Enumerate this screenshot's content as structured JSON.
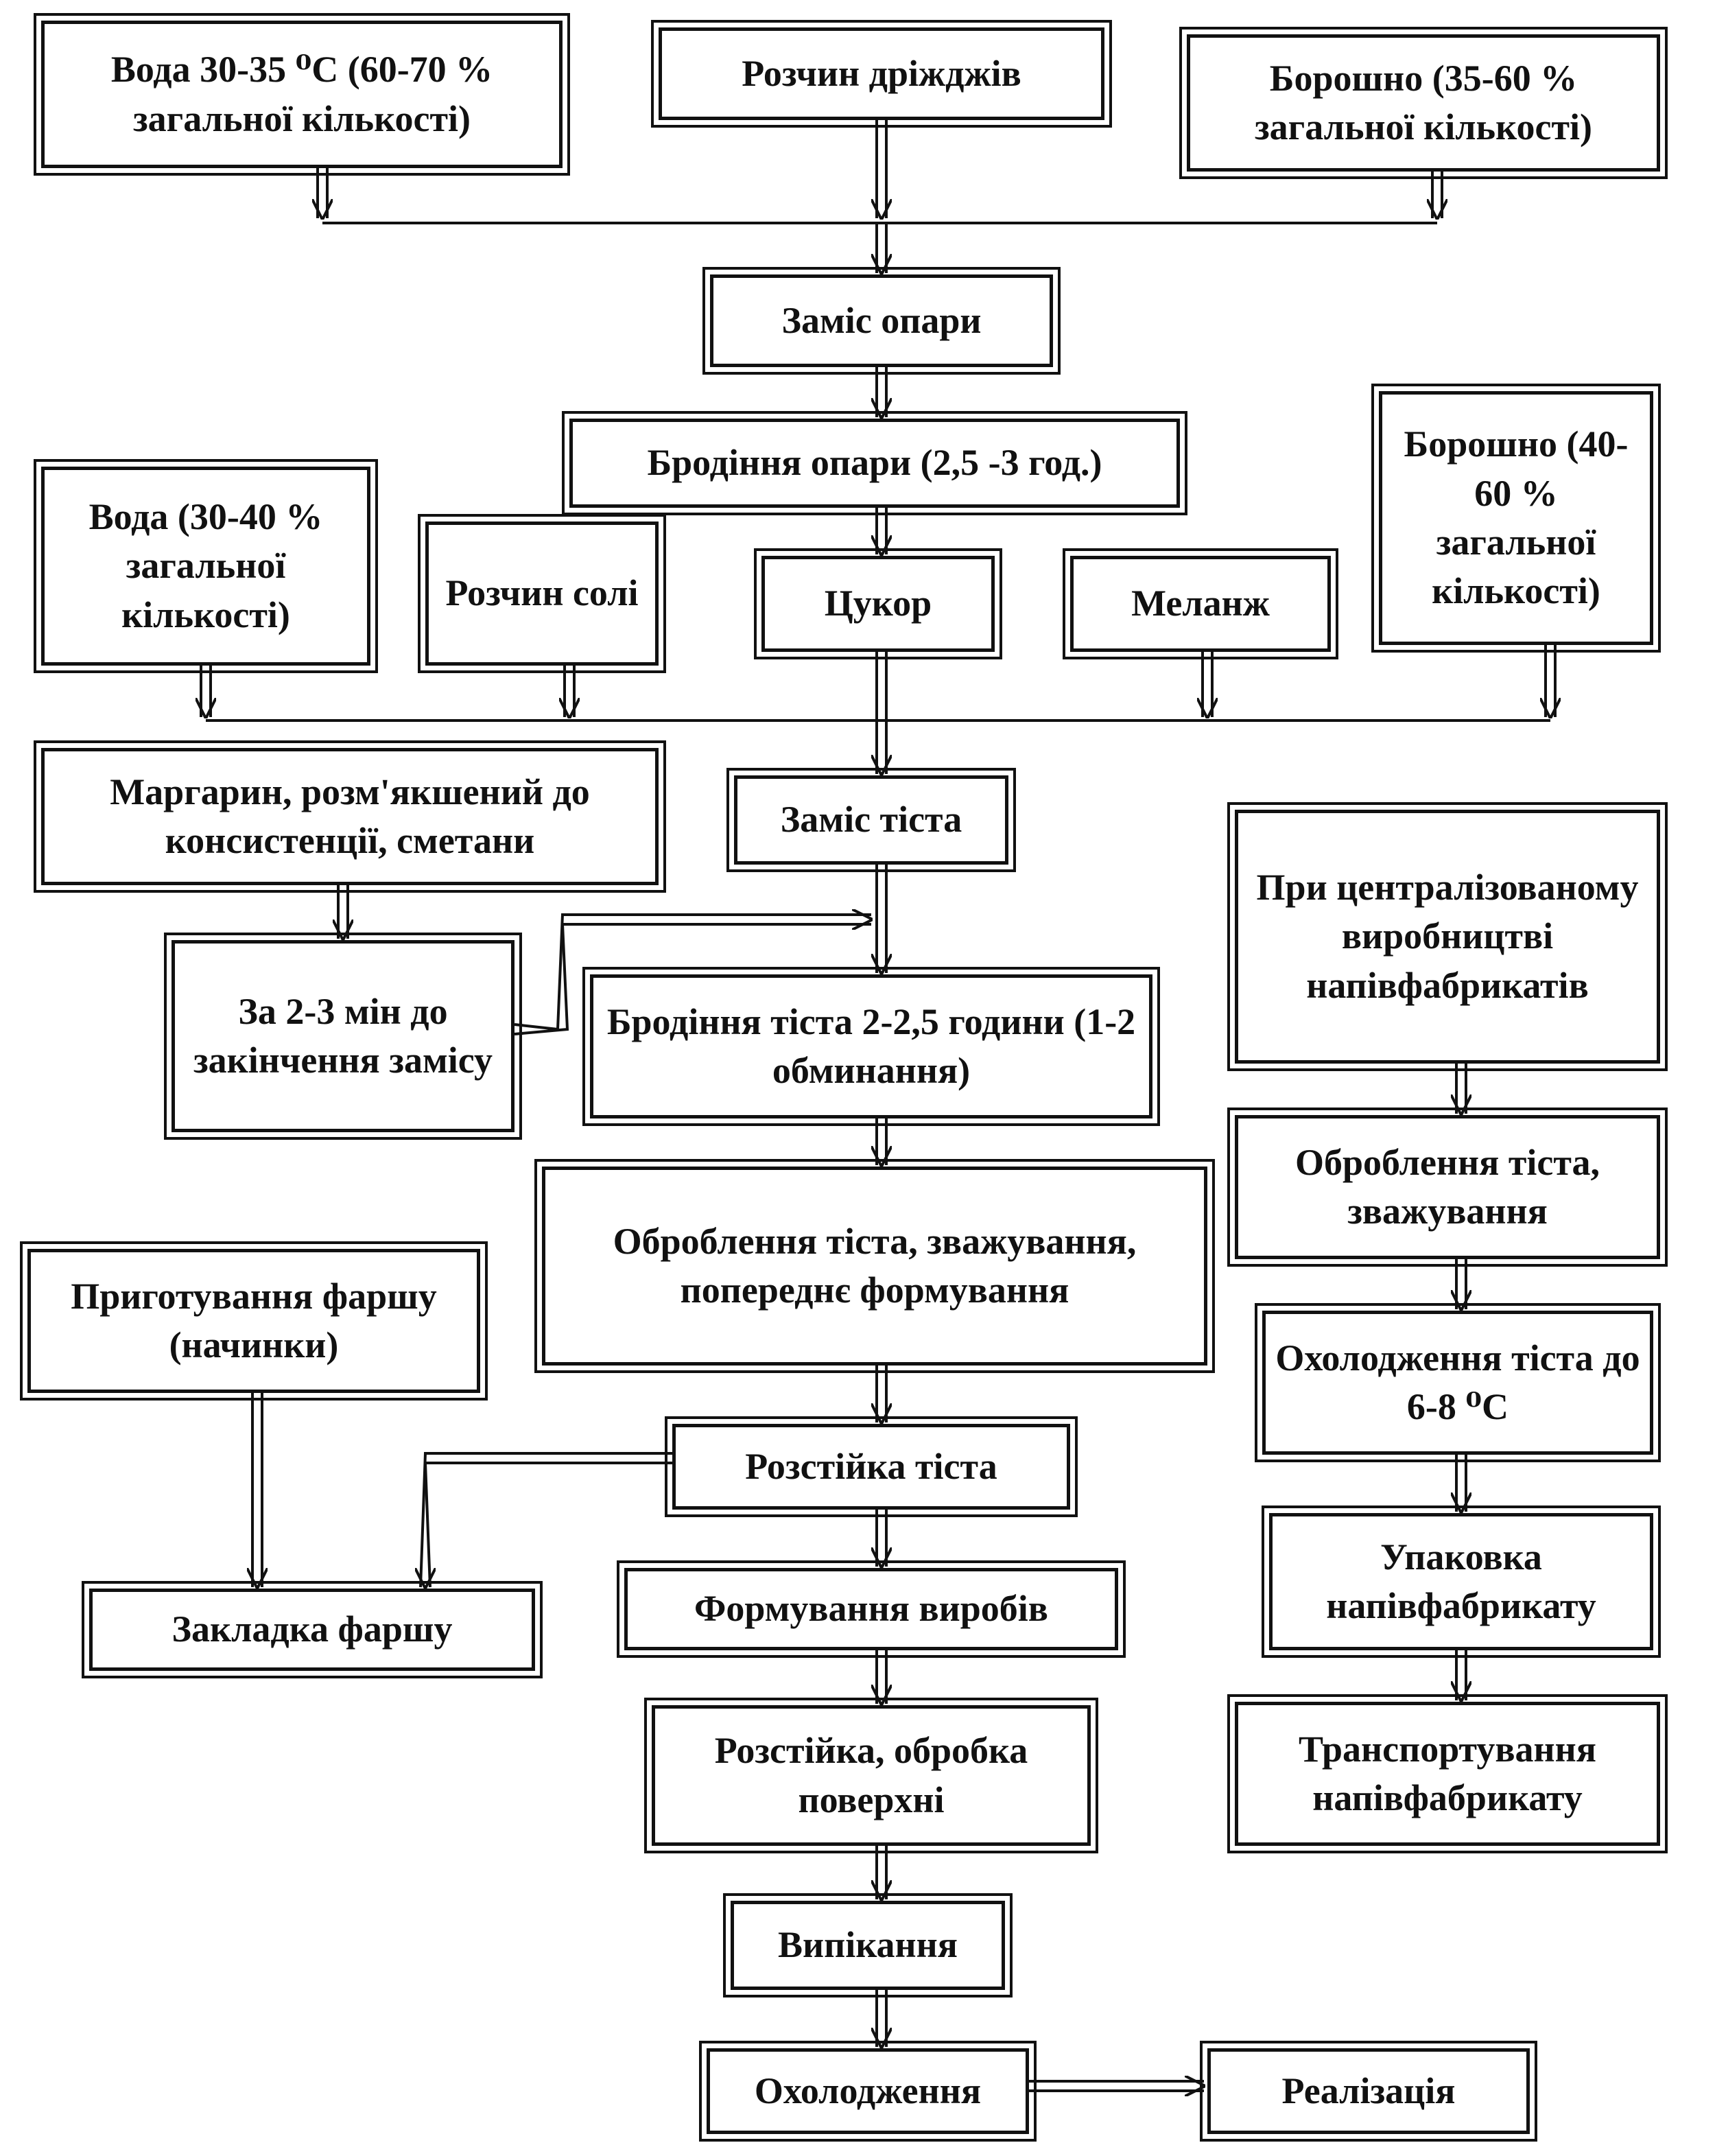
{
  "nodes": {
    "voda1": "Вода 30-35 ⁰С (60-70 % загальної кількості)",
    "drizhdzhi": "Розчин дріжджів",
    "boroshno1": "Борошно (35-60 % загальної кількості)",
    "zamis_opary": "Заміс опари",
    "brodinnia_opary": "Бродіння опари (2,5 -3 год.)",
    "voda2": "Вода (30-40 % загальної кількості)",
    "rozchyn_soli": "Розчин солі",
    "tsukor": "Цукор",
    "melanzh": "Меланж",
    "boroshno2": "Борошно (40-60 % загальної кількості)",
    "marharyn": "Маргарин, розм'якшений до консистенції, сметани",
    "zamis_tista": "Заміс тіста",
    "za_2_3_min": "За 2-3 мін до закінчення замісу",
    "brodinnia_tista": "Бродіння тіста 2-2,5 години (1-2 обминання)",
    "tsentralizovane": "При централізованому виробництві напівфабрикатів",
    "obroblennia1": "Оброблення тіста, зважування, попереднє формування",
    "obroblennia2": "Оброблення тіста, зважування",
    "pryhotuvannia_farshu": "Приготування фаршу (начинки)",
    "okholodzhennia_tista": "Охолодження тіста до 6-8 ⁰С",
    "rozstiika_tista": "Розстійка тіста",
    "zakladka_farshu": "Закладка фаршу",
    "formuvannia": "Формування виробів",
    "upakovka": "Упаковка напівфабрикату",
    "rozstiika_obrobka": "Розстійка, обробка поверхні",
    "transportuvannia": "Транспортування напівфабрикату",
    "vypikannia": "Випікання",
    "okholodzhennia": "Охолодження",
    "realizatsiia": "Реалізація"
  }
}
